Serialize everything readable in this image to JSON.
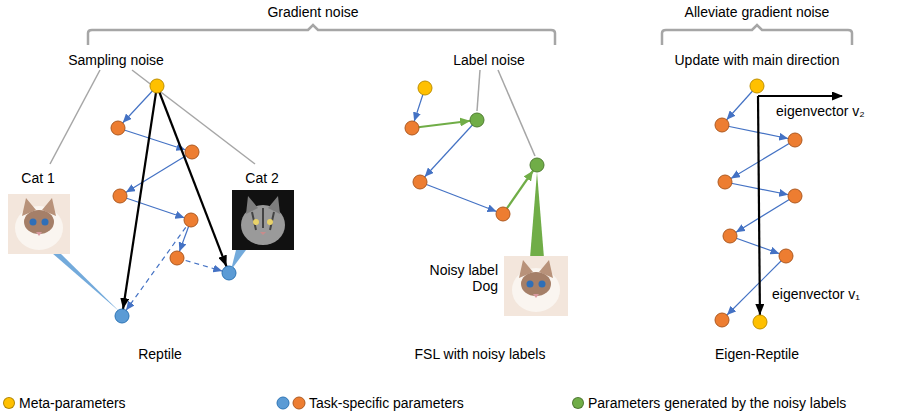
{
  "diagram": {
    "labels": [
      "Gradient noise",
      "Alleviate gradient noise",
      "Sampling noise",
      "Label noise",
      "Update with main direction",
      "Cat 1",
      "Cat 2",
      "Noisy label Dog",
      "eigenvector v₂",
      "eigenvector v₁",
      "Reptile",
      "FSL with noisy labels",
      "Eigen-Reptile"
    ],
    "legend": [
      {
        "text": "Meta-parameters",
        "color": "#ffc000"
      },
      {
        "text": "Task-specific parameters"
      },
      {
        "text": "Parameters generated by the noisy labels",
        "color": "#70ad47"
      }
    ]
  }
}
